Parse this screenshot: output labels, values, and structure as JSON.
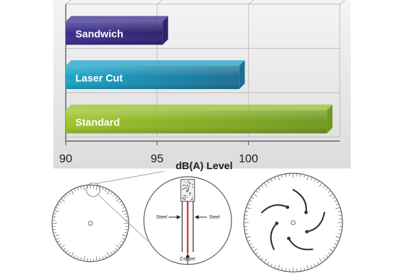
{
  "chart_data": {
    "type": "bar",
    "orientation": "horizontal",
    "categories": [
      "Sandwich",
      "Laser Cut",
      "Standard"
    ],
    "values": [
      95.3,
      99.5,
      104.3
    ],
    "xlabel": "dB(A) Level",
    "xlim": [
      90,
      105
    ],
    "xticks": [
      90,
      95,
      100
    ],
    "grid": true,
    "bar_colors": [
      "#3b2f8f",
      "#1aa6c8",
      "#9ec42b"
    ],
    "bar_end_colors": [
      "#2e2470",
      "#1b6f94",
      "#6f9a1e"
    ]
  },
  "diagram": {
    "blade_center_label": "",
    "inset_labels": {
      "steel_left": "Steel",
      "steel_right": "Steel",
      "copper": "Copper"
    }
  },
  "colors": {
    "panel_bg": "#e8e8e8",
    "grid": "#bdbdbd",
    "copper": "#d9362a",
    "line": "#555555"
  }
}
